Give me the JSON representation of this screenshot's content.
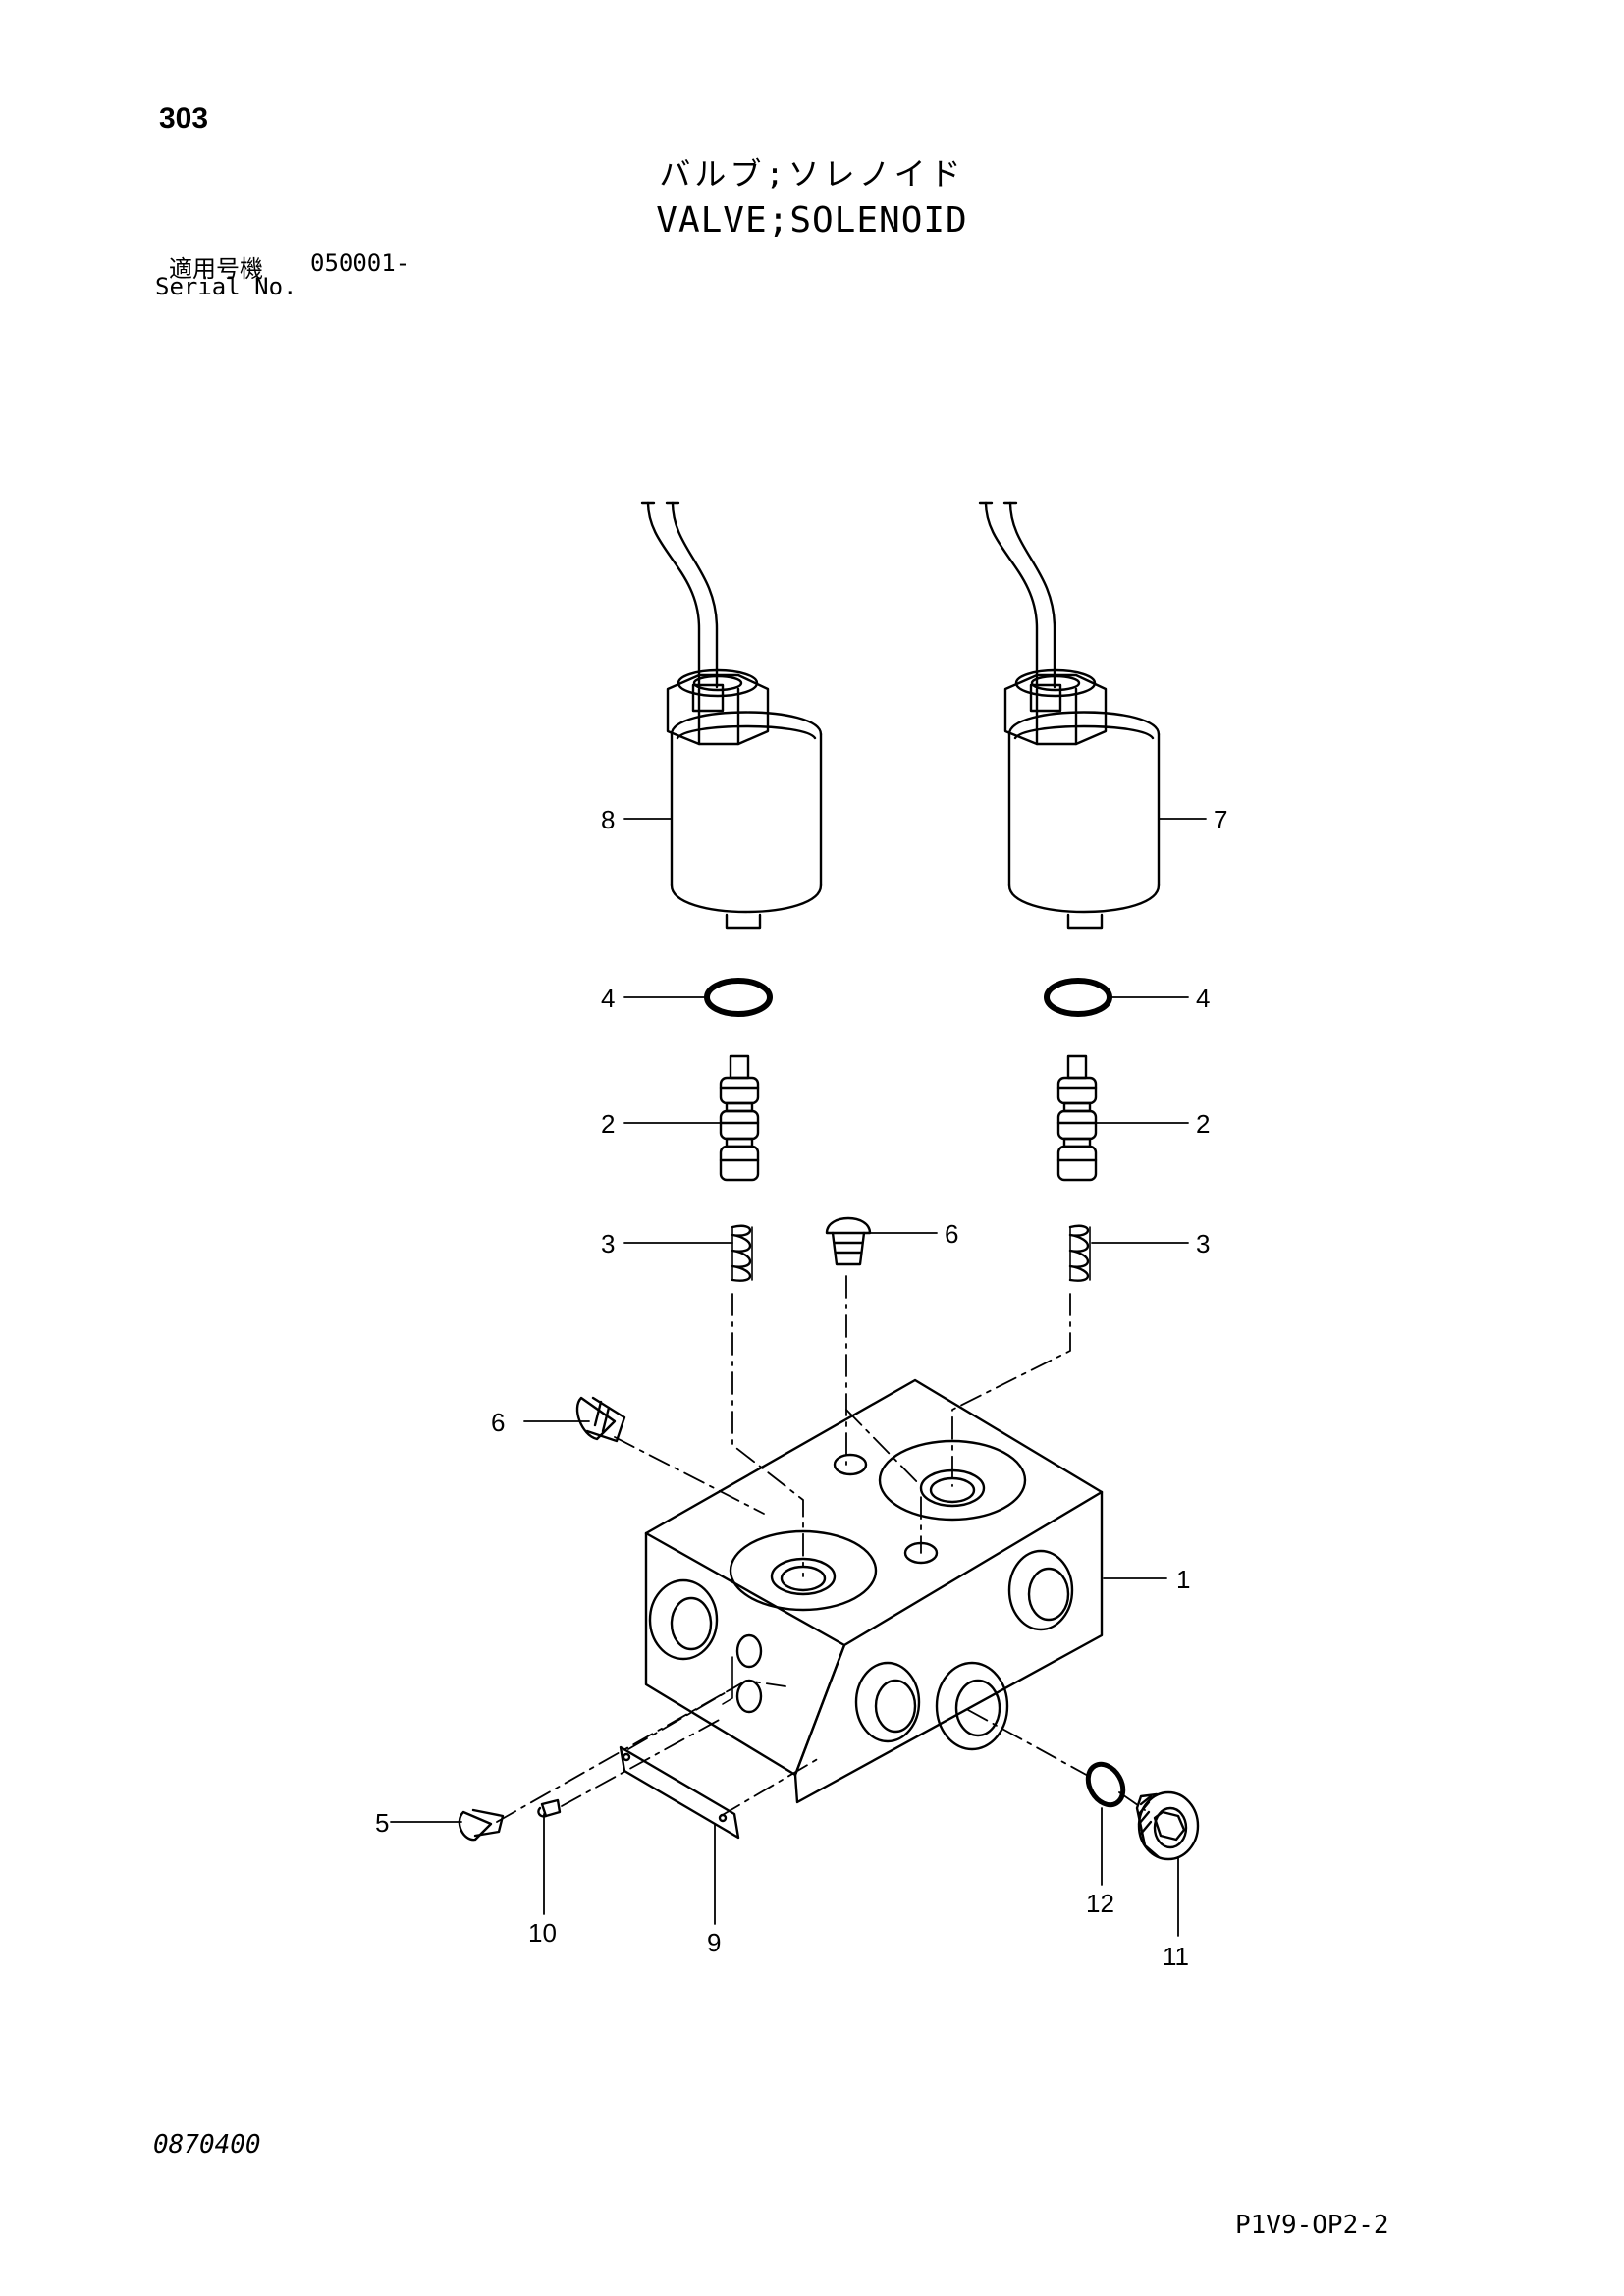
{
  "header": {
    "page_number": "303",
    "title_jp": "バルブ;ソレノイド",
    "title_en": "VALVE;SOLENOID",
    "serial_label_jp": "適用号機",
    "serial_label_en": "Serial No.",
    "serial_value": "050001-"
  },
  "callouts": {
    "c1": "1",
    "c2_left": "2",
    "c2_right": "2",
    "c3_left": "3",
    "c3_right": "3",
    "c4_left": "4",
    "c4_right": "4",
    "c5": "5",
    "c6_top": "6",
    "c6_left": "6",
    "c7": "7",
    "c8": "8",
    "c9": "9",
    "c10": "10",
    "c11": "11",
    "c12": "12"
  },
  "footer": {
    "doc_code": "0870400",
    "page_ref": "P1V9-OP2-2"
  }
}
